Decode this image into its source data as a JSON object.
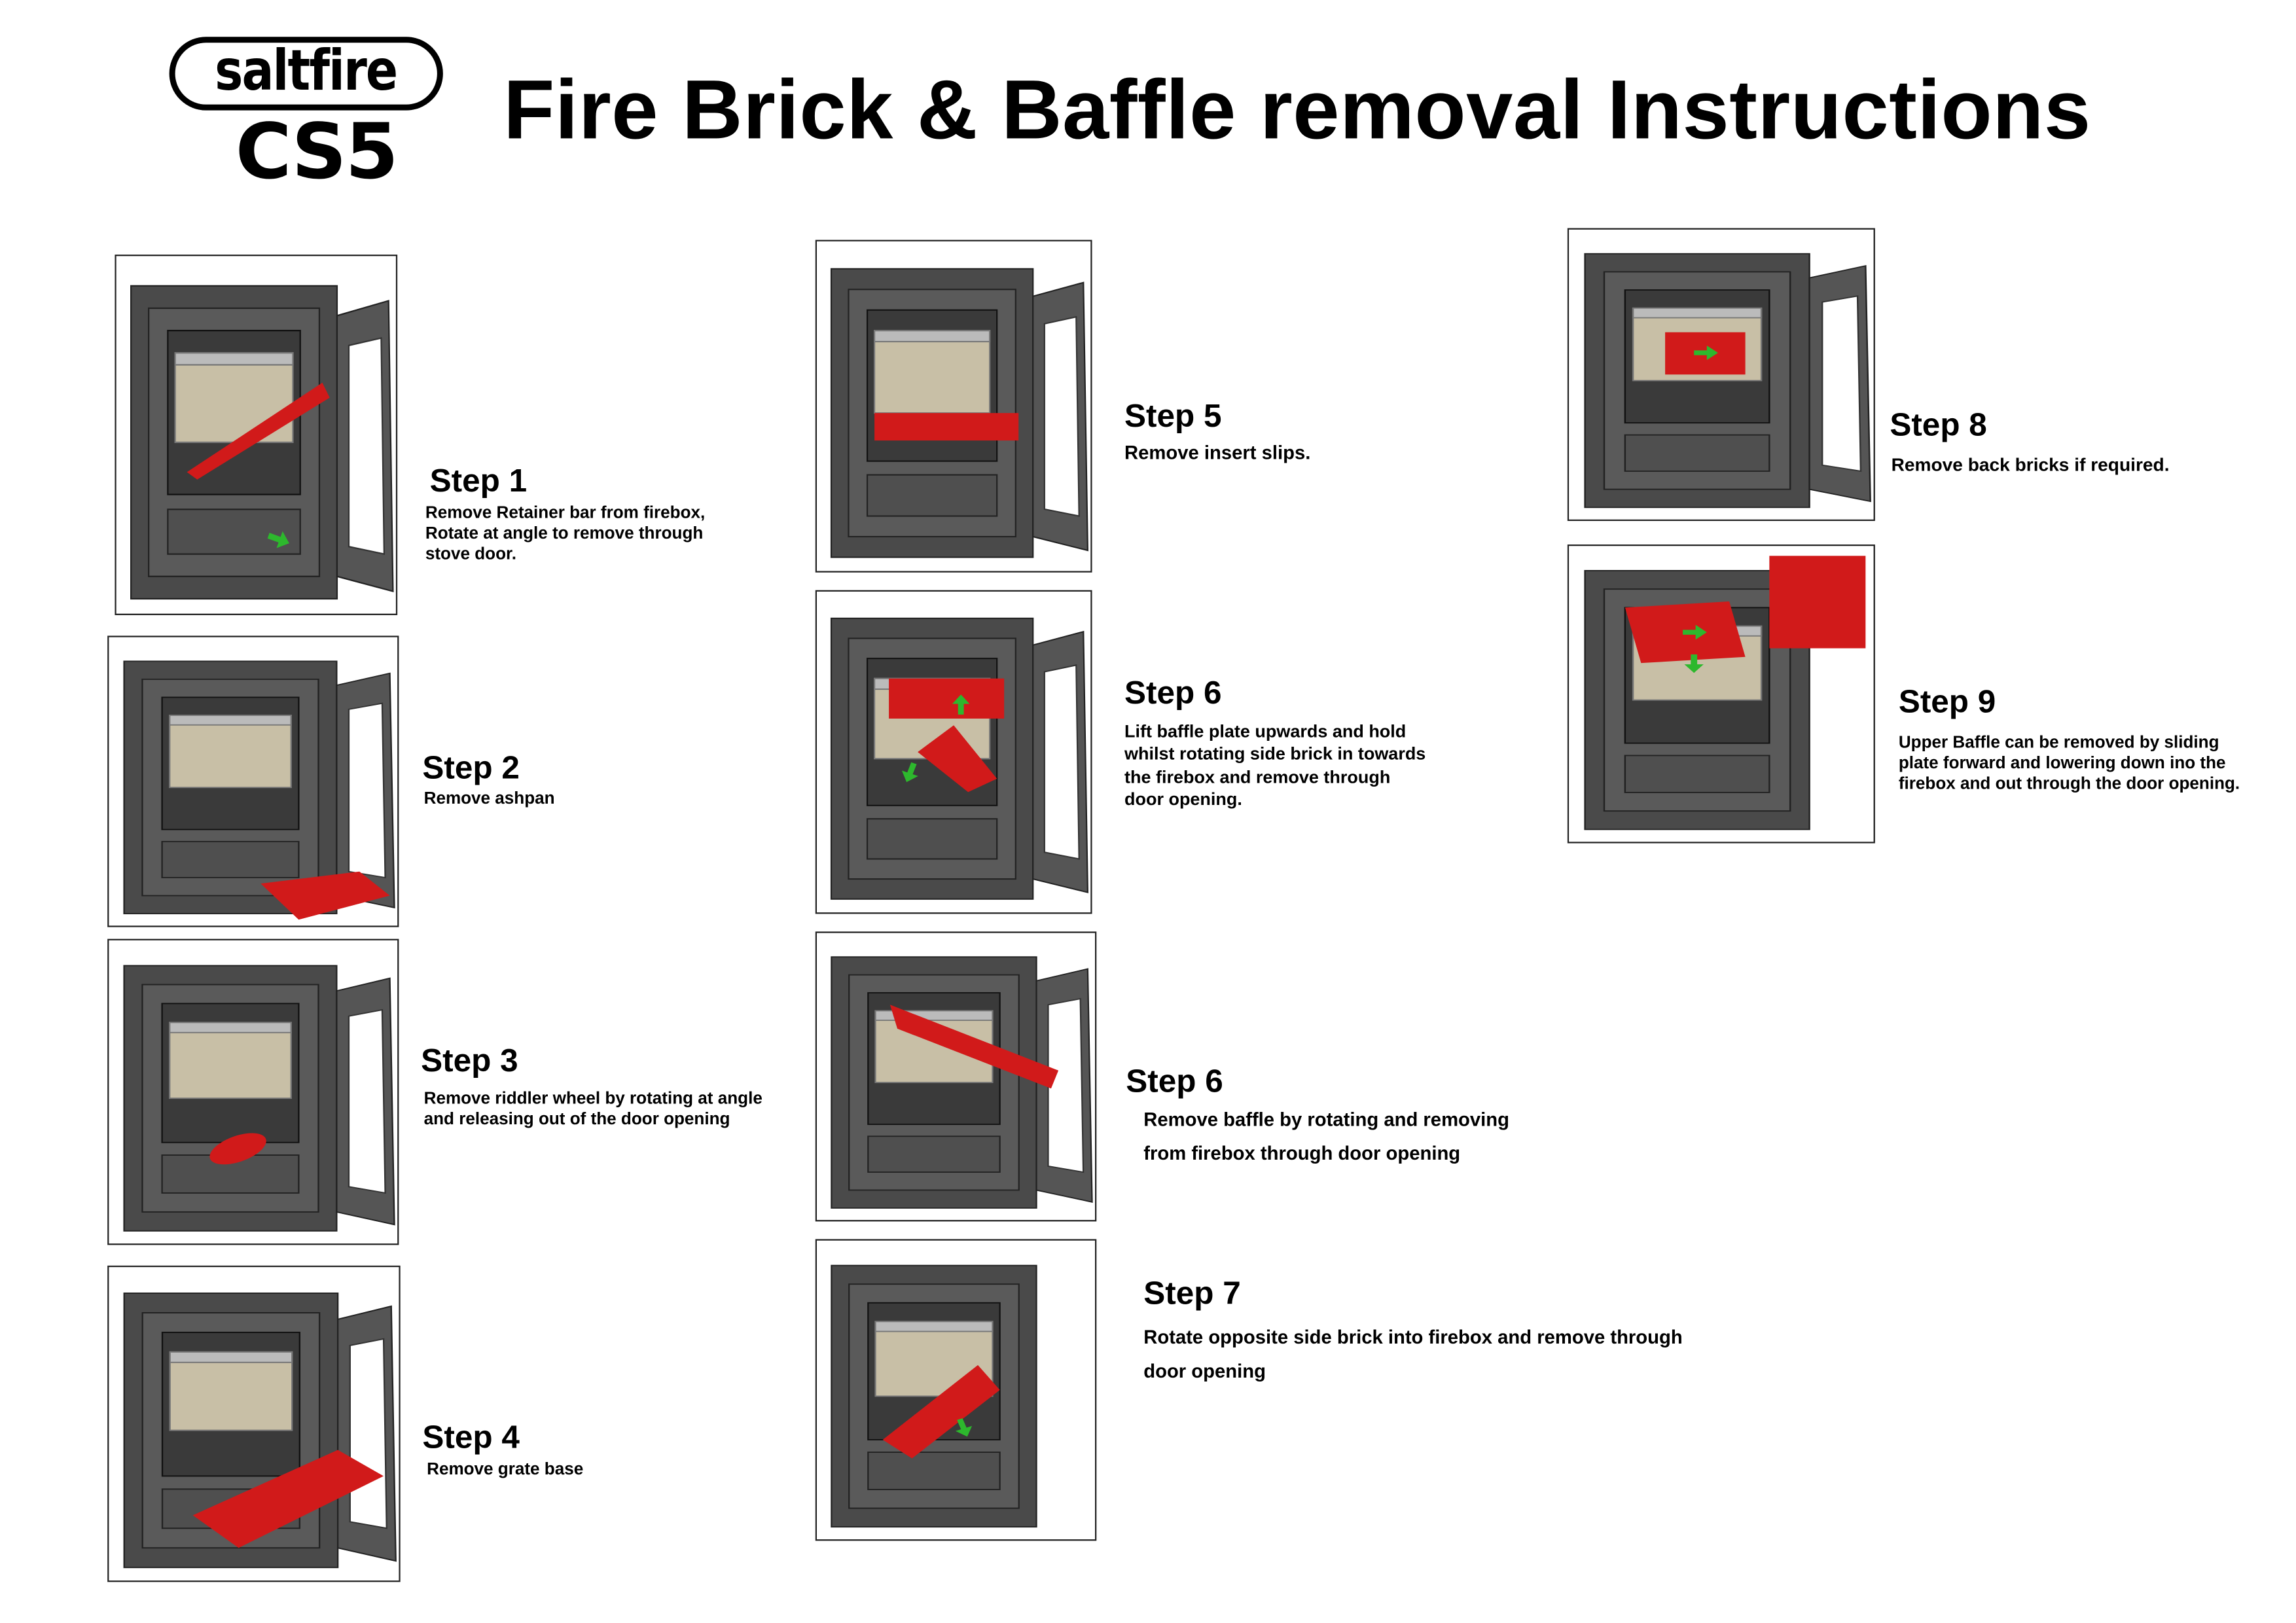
{
  "logo": {
    "brand": "saltfire",
    "model": "CS5"
  },
  "title": "Fire Brick & Baffle removal Instructions",
  "colors": {
    "highlight_red": "#d11a1a",
    "arrow_green": "#2db82d",
    "stove_grey": "#4a4a4a",
    "brick_beige": "#c8bfa6"
  },
  "steps": [
    {
      "heading": "Step 1",
      "lines": [
        "Remove Retainer bar from firebox,",
        "Rotate at angle to remove through",
        "stove door."
      ]
    },
    {
      "heading": "Step 2",
      "lines": [
        "Remove ashpan"
      ]
    },
    {
      "heading": "Step 3",
      "lines": [
        "Remove riddler wheel by rotating at angle",
        "and releasing out of the door opening"
      ]
    },
    {
      "heading": "Step 4",
      "lines": [
        "Remove grate base"
      ]
    },
    {
      "heading": "Step 5",
      "lines": [
        "Remove insert slips."
      ]
    },
    {
      "heading": "Step 6",
      "lines": [
        "Lift baffle plate upwards and hold",
        "whilst rotating side brick in towards",
        "the firebox and remove through",
        "door opening."
      ]
    },
    {
      "heading": "Step 6",
      "lines": [
        "Remove baffle by rotating and removing",
        "from firebox through door opening"
      ]
    },
    {
      "heading": "Step 7",
      "lines": [
        "Rotate opposite side brick into firebox and remove through",
        "door opening"
      ]
    },
    {
      "heading": "Step 8",
      "lines": [
        "Remove back bricks if required."
      ]
    },
    {
      "heading": "Step 9",
      "lines": [
        "Upper Baffle can be removed by sliding",
        "plate forward and  lowering down ino the",
        "firebox and out through the door opening."
      ]
    }
  ]
}
